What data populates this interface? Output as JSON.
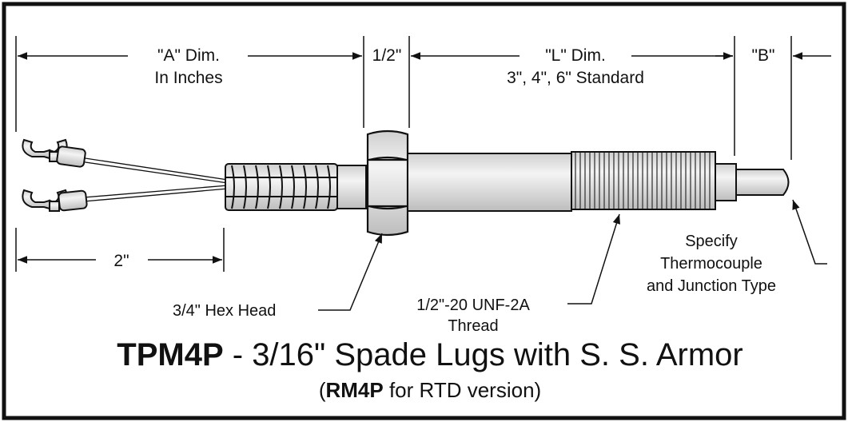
{
  "dimensions": {
    "a_dim_line1": "\"A\" Dim.",
    "a_dim_line2": "In Inches",
    "half_inch": "1/2\"",
    "l_dim_line1": "\"L\" Dim.",
    "l_dim_line2": "3\", 4\", 6\" Standard",
    "b_dim": "\"B\"",
    "two_inch": "2\""
  },
  "callouts": {
    "hex_head": "3/4\" Hex Head",
    "thread_line1": "1/2\"-20 UNF-2A",
    "thread_line2": "Thread",
    "specify_line1": "Specify",
    "specify_line2": "Thermocouple",
    "specify_line3": "and Junction Type"
  },
  "title": {
    "model": "TPM4P",
    "description": " - 3/16\" Spade Lugs with S. S. Armor",
    "sub_open": "(",
    "sub_model": "RM4P",
    "sub_rest": " for RTD version)"
  },
  "colors": {
    "ink": "#111111",
    "part_fill": "#e2e2e2",
    "background": "#ffffff"
  }
}
